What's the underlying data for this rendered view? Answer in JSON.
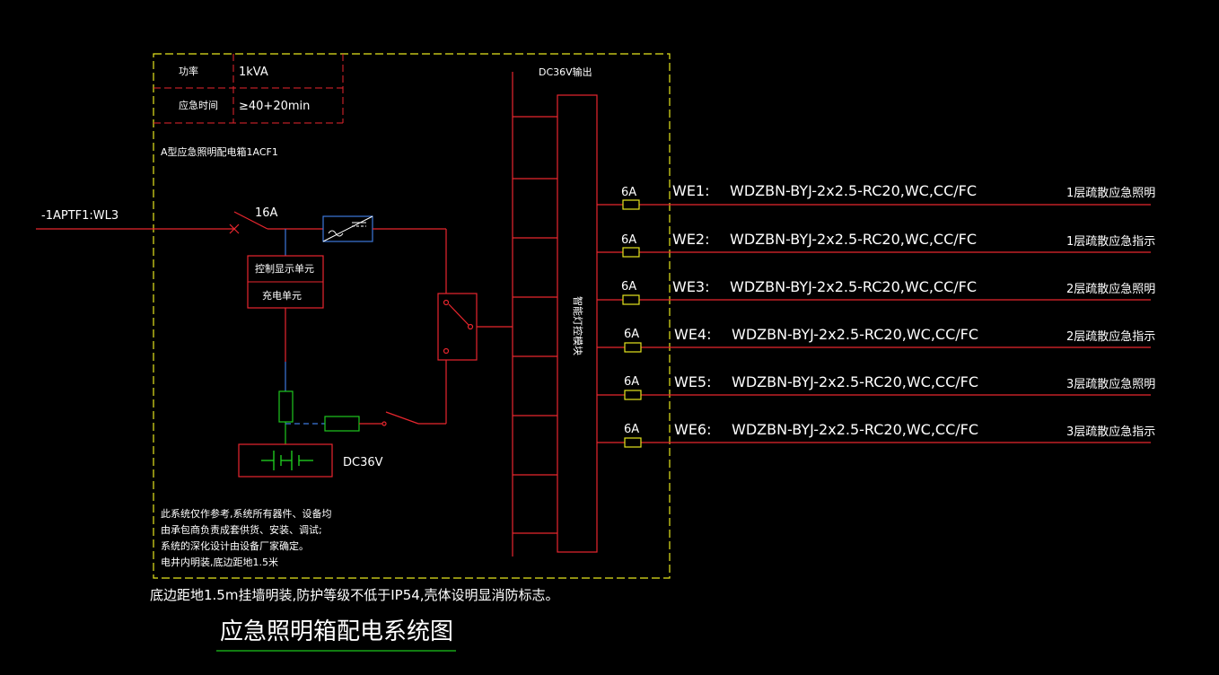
{
  "spec_table": {
    "power_label": "功率",
    "power_value": "1kVA",
    "time_label": "应急时间",
    "time_value": "≥40+20min"
  },
  "box_name": "A型应急照明配电箱1ACF1",
  "incoming": "-1APTF1:WL3",
  "breaker_rating": "16A",
  "control_unit": "控制显示单元",
  "charge_unit": "充电单元",
  "battery_label": "DC36V",
  "output_label": "DC36V输出",
  "smart_module": "智能灯控模块",
  "circuits": [
    {
      "fuse": "6A",
      "id": "WE1:",
      "cable": "WDZBN-BYJ-2x2.5-RC20,WC,CC/FC",
      "desc": "1层疏散应急照明"
    },
    {
      "fuse": "6A",
      "id": "WE2:",
      "cable": "WDZBN-BYJ-2x2.5-RC20,WC,CC/FC",
      "desc": "1层疏散应急指示"
    },
    {
      "fuse": "6A",
      "id": "WE3:",
      "cable": "WDZBN-BYJ-2x2.5-RC20,WC,CC/FC",
      "desc": "2层疏散应急照明"
    },
    {
      "fuse": "6A",
      "id": "WE4:",
      "cable": "WDZBN-BYJ-2x2.5-RC20,WC,CC/FC",
      "desc": "2层疏散应急指示"
    },
    {
      "fuse": "6A",
      "id": "WE5:",
      "cable": "WDZBN-BYJ-2x2.5-RC20,WC,CC/FC",
      "desc": "3层疏散应急照明"
    },
    {
      "fuse": "6A",
      "id": "WE6:",
      "cable": "WDZBN-BYJ-2x2.5-RC20,WC,CC/FC",
      "desc": "3层疏散应急指示"
    }
  ],
  "notes": [
    "此系统仅作参考,系统所有器件、设备均",
    "由承包商负责成套供货、安装、调试;",
    "系统的深化设计由设备厂家确定。",
    "电井内明装,底边距地1.5米"
  ],
  "install_note": "底边距地1.5m挂墙明装,防护等级不低于IP54,壳体设明显消防标志。",
  "title": "应急照明箱配电系统图",
  "colors": {
    "red": "#e8262e",
    "yellow": "#e6e61e",
    "green": "#1ec81e",
    "blue": "#3c78dc",
    "white": "#ffffff",
    "background": "#000000"
  }
}
